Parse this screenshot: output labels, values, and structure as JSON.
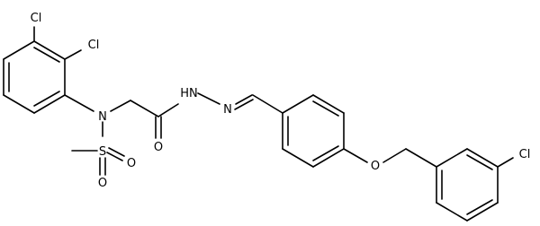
{
  "molecule": {
    "atoms": {
      "cl_top": "Cl",
      "cl_mid": "Cl",
      "n_amine": "N",
      "s_sulfonyl": "S",
      "o_sulfonyl_right": "O",
      "o_sulfonyl_bottom": "O",
      "o_carbonyl": "O",
      "nh_hydrazide": "HN",
      "n_imine": "N",
      "o_ether": "O",
      "cl_right": "Cl"
    }
  }
}
